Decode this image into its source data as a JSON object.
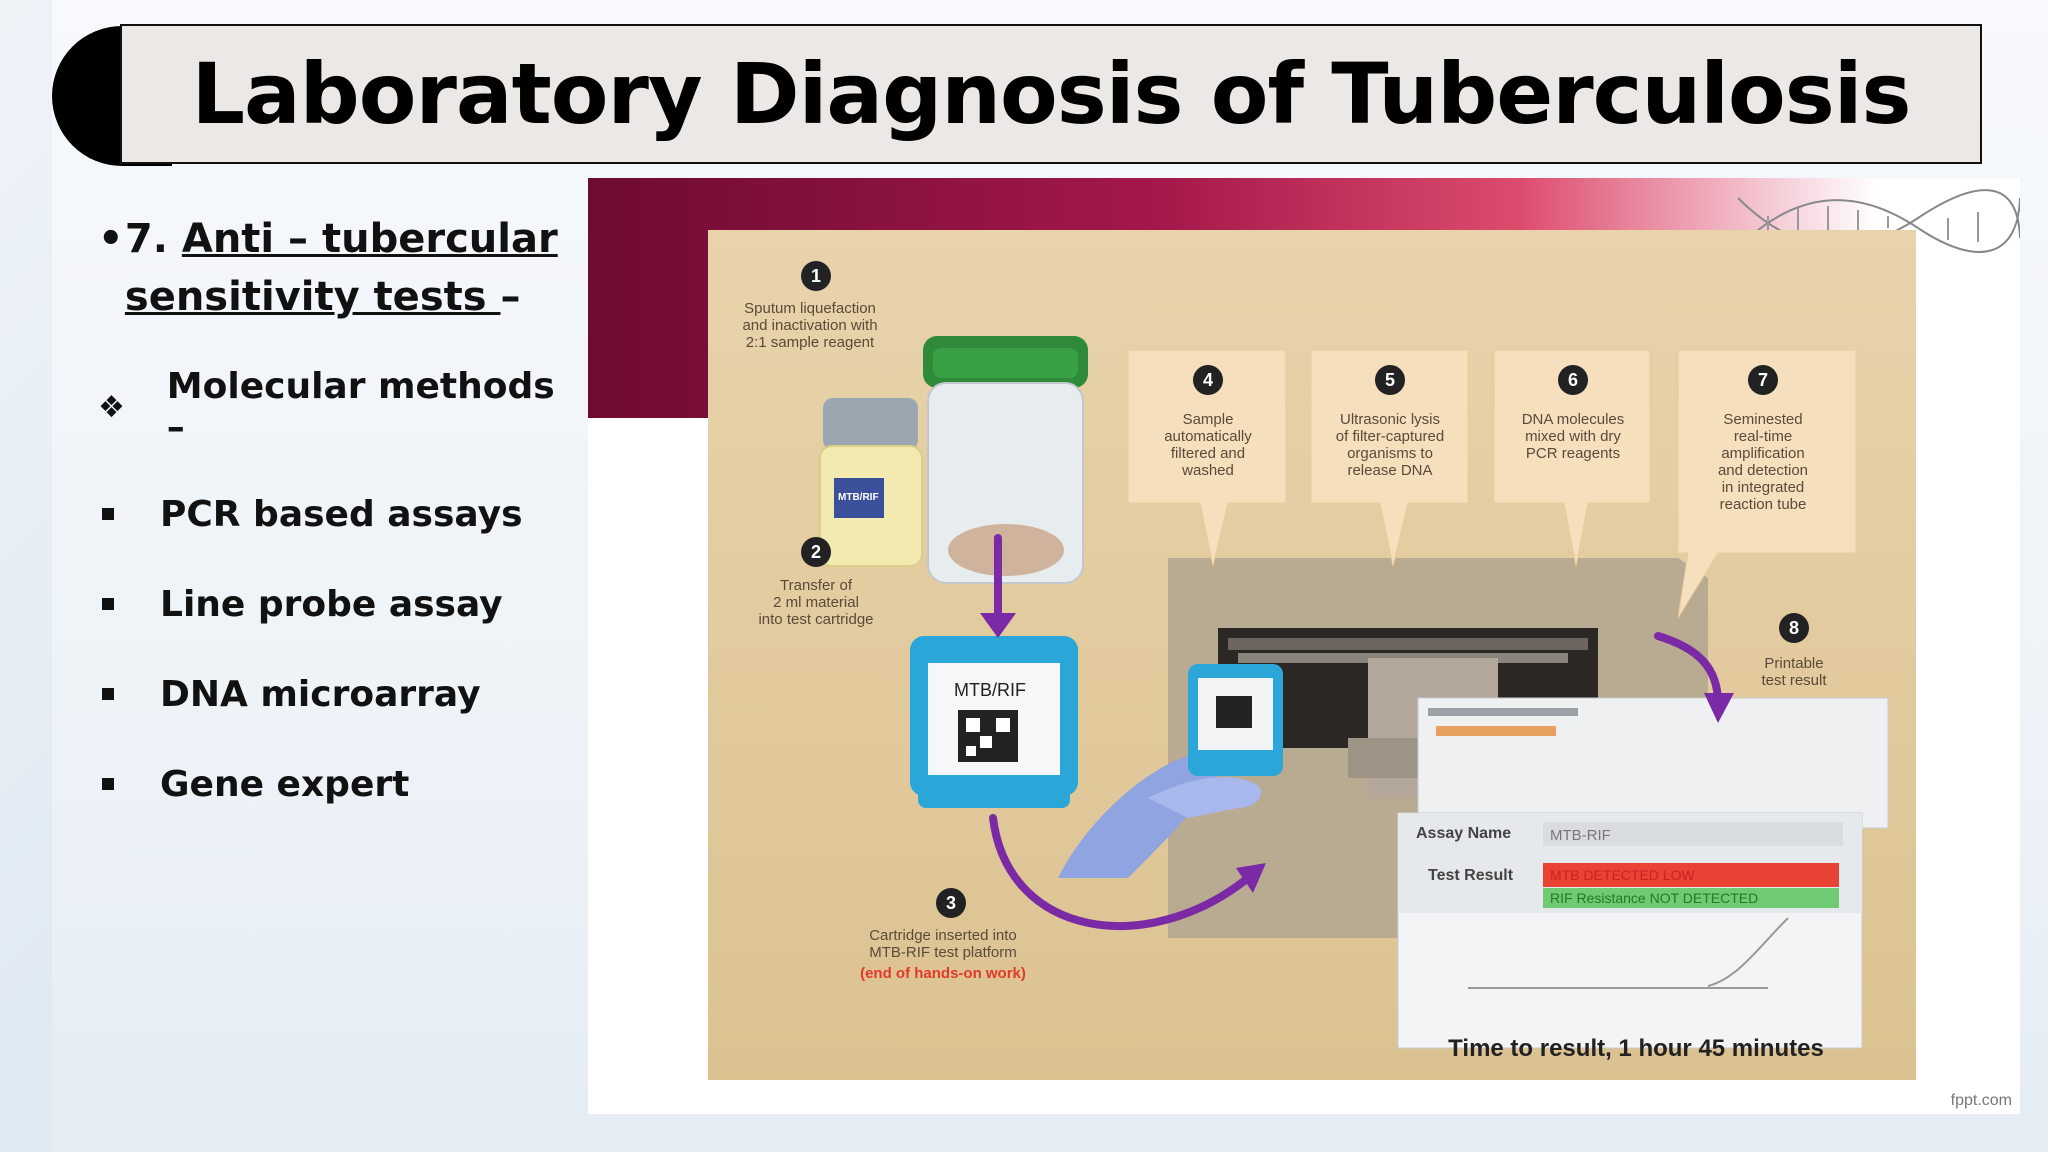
{
  "slide": {
    "title": "Laboratory Diagnosis of Tuberculosis",
    "heading": {
      "number": "7.",
      "text": "Anti – tubercular sensitivity tests ",
      "suffix": "–"
    },
    "subheading": {
      "symbol": "❖",
      "text": "Molecular methods –"
    },
    "items": [
      "PCR based assays",
      "Line probe assay",
      "DNA microarray",
      "Gene expert"
    ]
  },
  "figure": {
    "steps": [
      {
        "n": "1",
        "text": [
          "Sputum liquefaction",
          "and inactivation with",
          "2:1 sample reagent"
        ]
      },
      {
        "n": "2",
        "text": [
          "Transfer of",
          "2 ml material",
          "into test cartridge"
        ]
      },
      {
        "n": "3",
        "text": [
          "Cartridge inserted into",
          "MTB-RIF test platform"
        ],
        "note": "(end of hands-on work)"
      },
      {
        "n": "4",
        "text": [
          "Sample",
          "automatically",
          "filtered and",
          "washed"
        ]
      },
      {
        "n": "5",
        "text": [
          "Ultrasonic lysis",
          "of filter-captured",
          "organisms to",
          "release DNA"
        ]
      },
      {
        "n": "6",
        "text": [
          "DNA molecules",
          "mixed with dry",
          "PCR reagents"
        ]
      },
      {
        "n": "7",
        "text": [
          "Seminested",
          "real-time",
          "amplification",
          "and detection",
          "in integrated",
          "reaction tube"
        ]
      },
      {
        "n": "8",
        "text": [
          "Printable",
          "test result"
        ]
      }
    ],
    "cartridge_label": "MTB/RIF",
    "vial_label": "MTB/RIF",
    "screen": {
      "assay_label": "Assay Name",
      "assay_value": "MTB-RIF",
      "result_label": "Test Result",
      "result_line1": "MTB DETECTED LOW",
      "result_line2": "RIF Resistance NOT DETECTED"
    },
    "time_to_result": "Time to result, 1 hour 45 minutes",
    "credit": "fppt.com"
  },
  "colors": {
    "accent_purple": "#7b2aa6",
    "ribbon": "#a4184a",
    "panel": "#e3cb9e",
    "cartridge": "#2aa6d8",
    "cap": "#2f8a3a"
  }
}
